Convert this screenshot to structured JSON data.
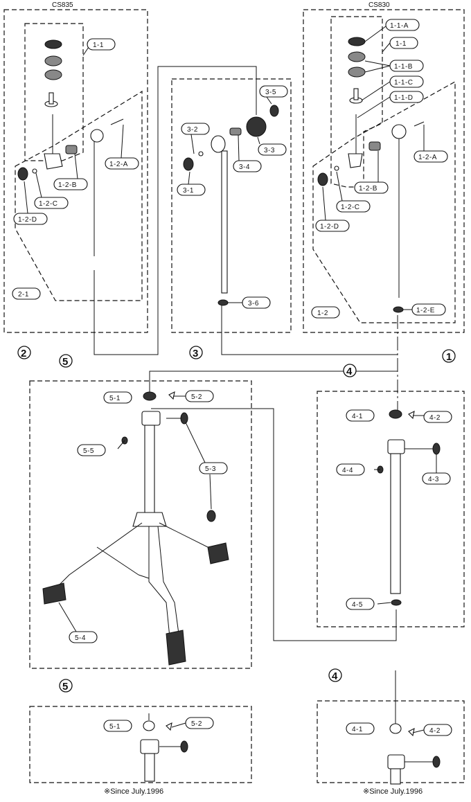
{
  "models": {
    "left": "CS835",
    "right": "CS830"
  },
  "groups": {
    "g1": "1",
    "g2": "2",
    "g3": "3",
    "g4": "4",
    "g5": "5",
    "g4b": "4",
    "g5b": "5"
  },
  "labels": {
    "L_1_1": "1-1",
    "L_1_2_A": "1-2-A",
    "L_1_2_B": "1-2-B",
    "L_1_2_C": "1-2-C",
    "L_1_2_D": "1-2-D",
    "L_2_1": "2-1",
    "M_3_5": "3-5",
    "M_3_2": "3-2",
    "M_3_3": "3-3",
    "M_3_4": "3-4",
    "M_3_1": "3-1",
    "M_3_6": "3-6",
    "R_1_1_A": "1-1-A",
    "R_1_1": "1-1",
    "R_1_1_B": "1-1-B",
    "R_1_1_C": "1-1-C",
    "R_1_1_D": "1-1-D",
    "R_1_2_A": "1-2-A",
    "R_1_2_B": "1-2-B",
    "R_1_2_C": "1-2-C",
    "R_1_2_D": "1-2-D",
    "R_1_2": "1-2",
    "R_1_2_E": "1-2-E",
    "F_5_1": "5-1",
    "F_5_2": "5-2",
    "F_5_5": "5-5",
    "F_5_3": "5-3",
    "F_5_4": "5-4",
    "F_4_1": "4-1",
    "F_4_2": "4-2",
    "F_4_4": "4-4",
    "F_4_3": "4-3",
    "F_4_5": "4-5",
    "B_5_1": "5-1",
    "B_5_2": "5-2",
    "B_4_1": "4-1",
    "B_4_2": "4-2"
  },
  "notes": {
    "since_left": "※Since July.1996",
    "since_right": "※Since July.1996"
  }
}
